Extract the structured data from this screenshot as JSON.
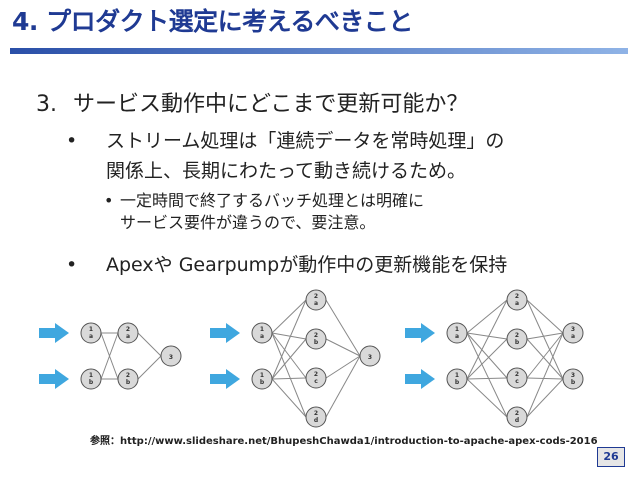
{
  "slide": {
    "title": "4. プロダクト選定に考えるべきこと",
    "point": {
      "number": "3.",
      "text": "サービス動作中にどこまで更新可能か？"
    },
    "bullets": [
      {
        "marker": "•",
        "line1": "ストリーム処理は「連続データを常時処理」の",
        "line2": "関係上、長期にわたって動き続けるため。"
      },
      {
        "marker": "•",
        "line1": "Apexや Gearpumpが動作中の更新機能を保持"
      }
    ],
    "sub_bullet": {
      "marker": "•",
      "line1": "一定時間で終了するバッチ処理とは明確に",
      "line2": "サービス要件が違うので、要注意。"
    },
    "reference": "参照：http://www.slideshare.net/BhupeshChawda1/introduction-to-apache-apex-cods-2016",
    "page_number": "26"
  },
  "diagrams": [
    {
      "nodes": [
        "1 a",
        "1 b",
        "2 a",
        "2 b",
        "3"
      ]
    },
    {
      "nodes": [
        "1 a",
        "1 b",
        "2 a",
        "2 b",
        "2 c",
        "2 d",
        "3"
      ]
    },
    {
      "nodes": [
        "1 a",
        "1 b",
        "2 a",
        "2 b",
        "2 c",
        "2 d",
        "3 a",
        "3 b"
      ]
    }
  ],
  "colors": {
    "title": "#1f3a93",
    "arrow": "#3fa7df",
    "node_fill": "#d9d9d9",
    "node_stroke": "#555555"
  }
}
